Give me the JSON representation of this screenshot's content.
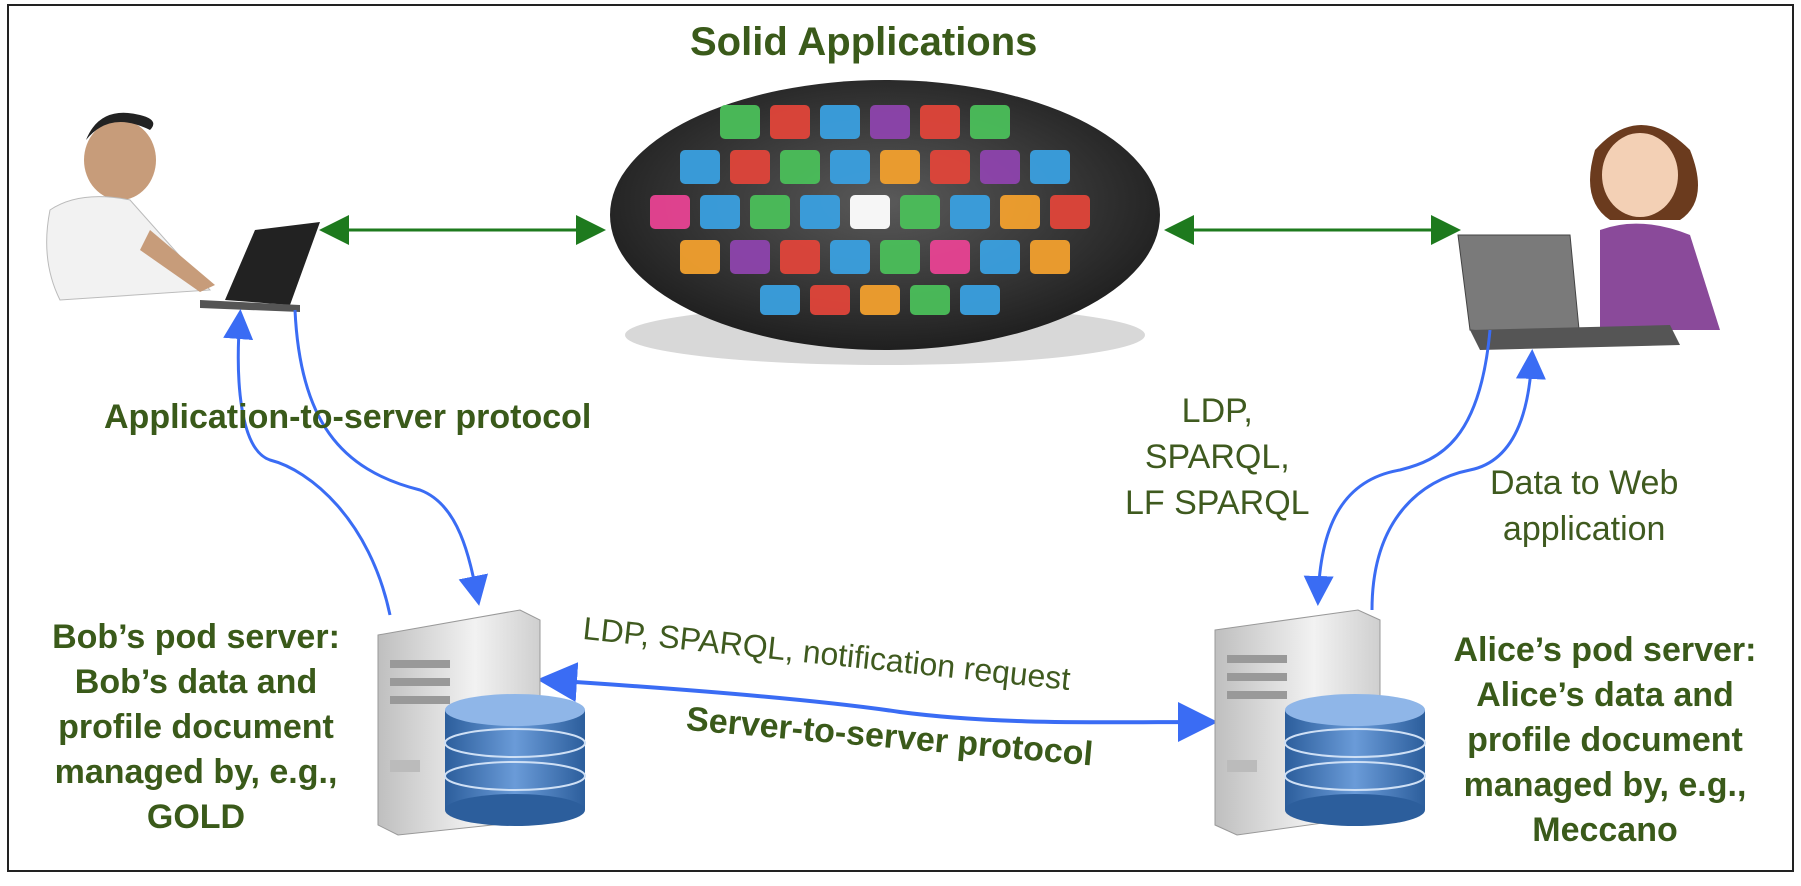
{
  "diagram": {
    "title": "Solid Applications",
    "labels": {
      "app_to_server": "Application-to-server protocol",
      "ldp_line1": "LDP,",
      "ldp_line2": "SPARQL,",
      "ldp_line3": "LF SPARQL",
      "data_to_web_line1": "Data to Web",
      "data_to_web_line2": "application",
      "s2s_request": "LDP, SPARQL, notification request",
      "s2s_protocol": "Server-to-server protocol"
    },
    "bob_pod": {
      "line1": "Bob’s pod server:",
      "line2": "Bob’s data and",
      "line3": "profile document",
      "line4": "managed by, e.g.,",
      "line5": "GOLD"
    },
    "alice_pod": {
      "line1": "Alice’s pod server:",
      "line2": "Alice’s data and",
      "line3": "profile document",
      "line4": "managed by, e.g.,",
      "line5": "Meccano"
    },
    "colors": {
      "frame": "#222222",
      "green_arrow": "#1e7a1e",
      "blue_arrow": "#3a6cf4",
      "label_green": "#3a5a1a",
      "server_body": "#d9d9d9",
      "database": "#4a7fc0"
    },
    "icons": [
      "laptop-icon",
      "app-sphere-icon",
      "server-icon",
      "database-icon",
      "person-icon"
    ]
  }
}
